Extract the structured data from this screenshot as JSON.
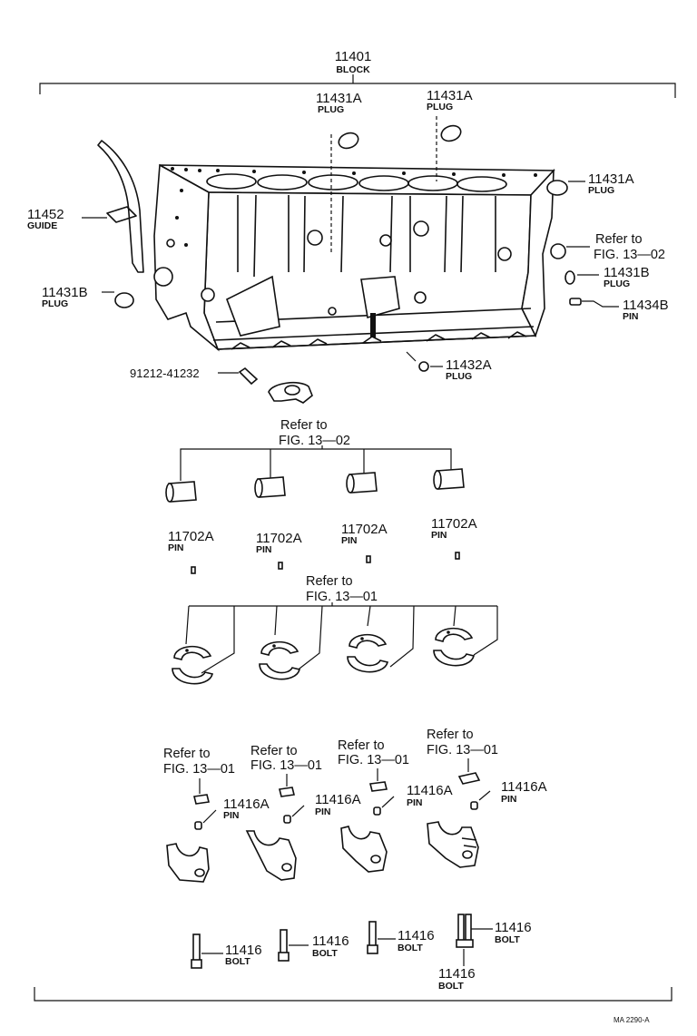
{
  "block": {
    "number": "11401",
    "name": "BLOCK"
  },
  "labels": {
    "plug_a_1": {
      "number": "11431A",
      "name": "PLUG"
    },
    "plug_a_2": {
      "number": "11431A",
      "name": "PLUG"
    },
    "plug_a_3": {
      "number": "11431A",
      "name": "PLUG"
    },
    "guide": {
      "number": "11452",
      "name": "GUIDE"
    },
    "plug_b_left": {
      "number": "11431B",
      "name": "PLUG"
    },
    "plug_b_right": {
      "number": "11431B",
      "name": "PLUG"
    },
    "pin_11434b": {
      "number": "11434B",
      "name": "PIN"
    },
    "plug_11432a": {
      "number": "11432A",
      "name": "PLUG"
    },
    "bolt_91212": {
      "number": "91212-41232"
    },
    "refer_block": {
      "line1": "Refer to",
      "line2": "FIG. 13—02"
    }
  },
  "bushings": {
    "refer": {
      "line1": "Refer to",
      "line2": "FIG. 13—02"
    },
    "pins": [
      {
        "number": "11702A",
        "name": "PIN"
      },
      {
        "number": "11702A",
        "name": "PIN"
      },
      {
        "number": "11702A",
        "name": "PIN"
      },
      {
        "number": "11702A",
        "name": "PIN"
      }
    ]
  },
  "bearings": {
    "refer": {
      "line1": "Refer to",
      "line2": "FIG. 13—01"
    }
  },
  "caps": {
    "refers": [
      {
        "line1": "Refer to",
        "line2": "FIG. 13—01"
      },
      {
        "line1": "Refer to",
        "line2": "FIG. 13—01"
      },
      {
        "line1": "Refer to",
        "line2": "FIG. 13—01"
      },
      {
        "line1": "Refer to",
        "line2": "FIG. 13—01"
      }
    ],
    "pins": [
      {
        "number": "11416A",
        "name": "PIN"
      },
      {
        "number": "11416A",
        "name": "PIN"
      },
      {
        "number": "11416A",
        "name": "PIN"
      },
      {
        "number": "11416A",
        "name": "PIN"
      }
    ]
  },
  "bolts": [
    {
      "number": "11416",
      "name": "BOLT"
    },
    {
      "number": "11416",
      "name": "BOLT"
    },
    {
      "number": "11416",
      "name": "BOLT"
    },
    {
      "number": "11416",
      "name": "BOLT"
    },
    {
      "number": "11416",
      "name": "BOLT"
    }
  ],
  "figure_code": "MA 2290-A"
}
